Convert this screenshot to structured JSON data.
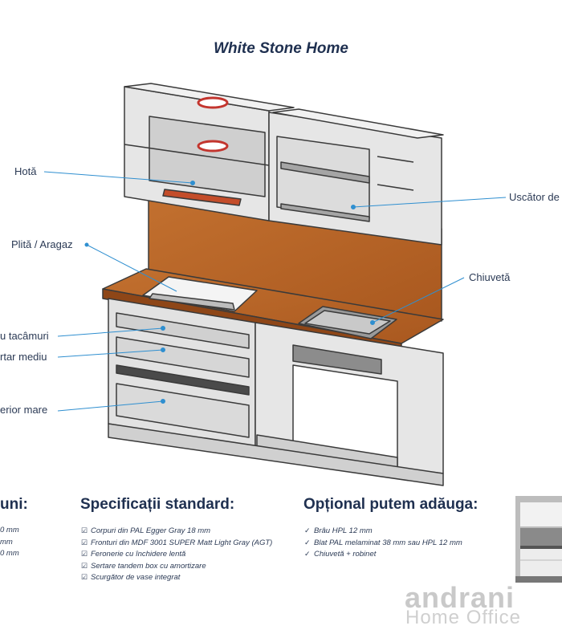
{
  "title": "White Stone Home",
  "callouts": {
    "hota": "Hotă",
    "uscator": "Uscător de",
    "plita": "Plită / Aragaz",
    "chiuveta": "Chiuvetă",
    "tacamuri": "u tacâmuri",
    "sertar_mediu": "rtar mediu",
    "interior_mare": "erior mare"
  },
  "sections": {
    "left": {
      "heading": "uni:",
      "items": [
        "0 mm",
        "mm",
        "0 mm"
      ]
    },
    "standard": {
      "heading": "Specificații standard:",
      "items": [
        "Corpuri din PAL Egger Gray 18 mm",
        "Fronturi din MDF 3001 SUPER Matt Light Gray (AGT)",
        "Feronerie cu închidere lentă",
        "Sertare tandem box cu amortizare",
        "Scurgător de vase integrat"
      ]
    },
    "optional": {
      "heading": "Opțional putem adăuga:",
      "items": [
        "Brâu HPL 12 mm",
        "Blat PAL melaminat 38 mm sau HPL 12 mm",
        "Chiuvetă + robinet"
      ]
    }
  },
  "brand": {
    "name": "andrani",
    "tagline": "Home Office"
  },
  "icons": {
    "standard_bullet": "check-circle-icon",
    "optional_bullet": "check-icon"
  },
  "colors": {
    "wood": "#b8652d",
    "cabinet": "#e4e4e4",
    "outline": "#3a3a3a",
    "accent": "#2f8fd0",
    "heading": "#1f3050"
  }
}
